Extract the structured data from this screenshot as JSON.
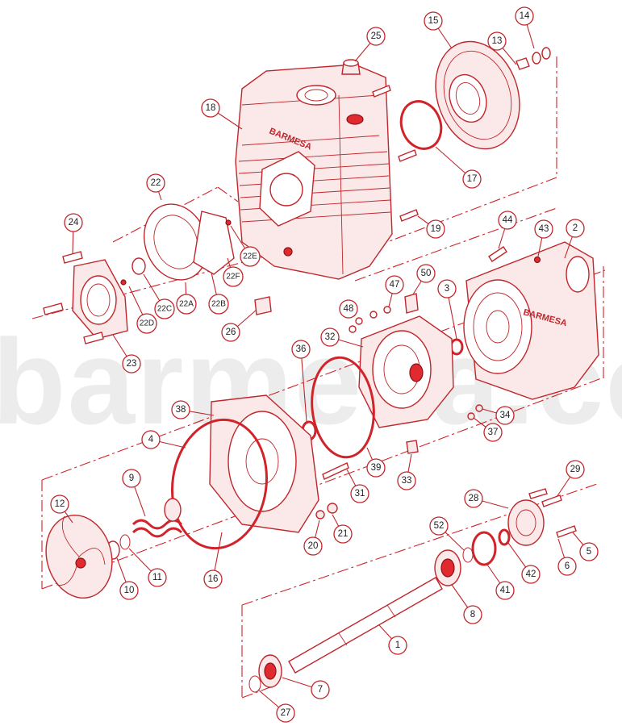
{
  "watermark": "barmesa.com",
  "brand_marks": [
    "BARMESA",
    "BARMESA"
  ],
  "accent_color": "#c0262b",
  "callouts": [
    "1",
    "2",
    "3",
    "4",
    "5",
    "6",
    "7",
    "8",
    "9",
    "10",
    "11",
    "12",
    "13",
    "14",
    "15",
    "16",
    "17",
    "18",
    "19",
    "20",
    "21",
    "22",
    "22A",
    "22B",
    "22C",
    "22D",
    "22E",
    "22F",
    "23",
    "24",
    "25",
    "26",
    "27",
    "28",
    "29",
    "31",
    "32",
    "33",
    "34",
    "36",
    "37",
    "38",
    "39",
    "41",
    "42",
    "43",
    "44",
    "47",
    "48",
    "50",
    "52"
  ]
}
